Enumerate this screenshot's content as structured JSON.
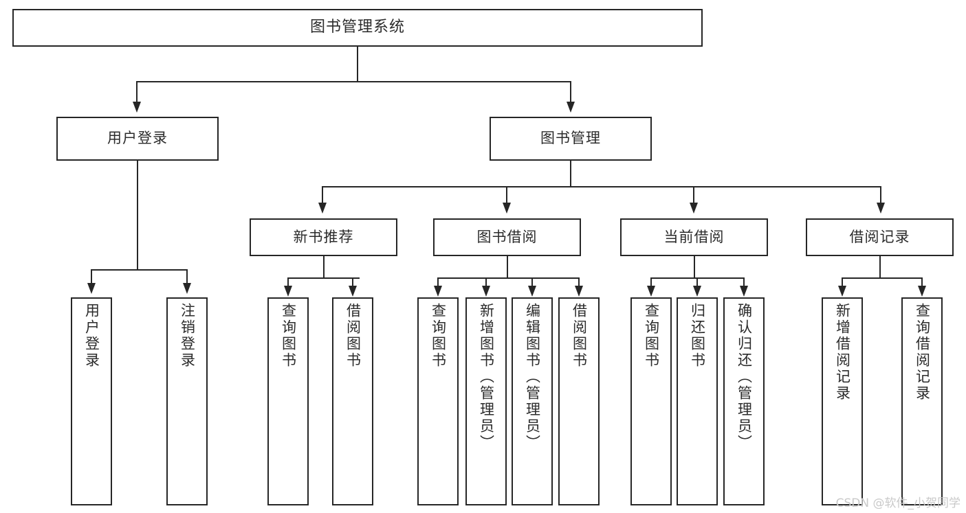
{
  "diagram": {
    "title": "图书管理系统",
    "levels": {
      "root": {
        "label": "图书管理系统"
      },
      "level2": [
        {
          "label": "用户登录"
        },
        {
          "label": "图书管理"
        }
      ],
      "level3": [
        {
          "label": "新书推荐"
        },
        {
          "label": "图书借阅"
        },
        {
          "label": "当前借阅"
        },
        {
          "label": "借阅记录"
        }
      ],
      "leaves": [
        {
          "label": "用户登录"
        },
        {
          "label": "注销登录"
        },
        {
          "label": "查询图书"
        },
        {
          "label": "借阅图书"
        },
        {
          "label": "查询图书"
        },
        {
          "label": "新增图书（管理员）"
        },
        {
          "label": "编辑图书（管理员）"
        },
        {
          "label": "借阅图书"
        },
        {
          "label": "查询图书"
        },
        {
          "label": "归还图书"
        },
        {
          "label": "确认归还（管理员）"
        },
        {
          "label": "新增借阅记录"
        },
        {
          "label": "查询借阅记录"
        }
      ]
    },
    "colors": {
      "stroke": "#262626",
      "text": "#2b2b2b",
      "background": "#ffffff",
      "watermark": "#c9c9c9"
    }
  },
  "watermark": {
    "text": "CSDN @软件_小贺同学"
  }
}
